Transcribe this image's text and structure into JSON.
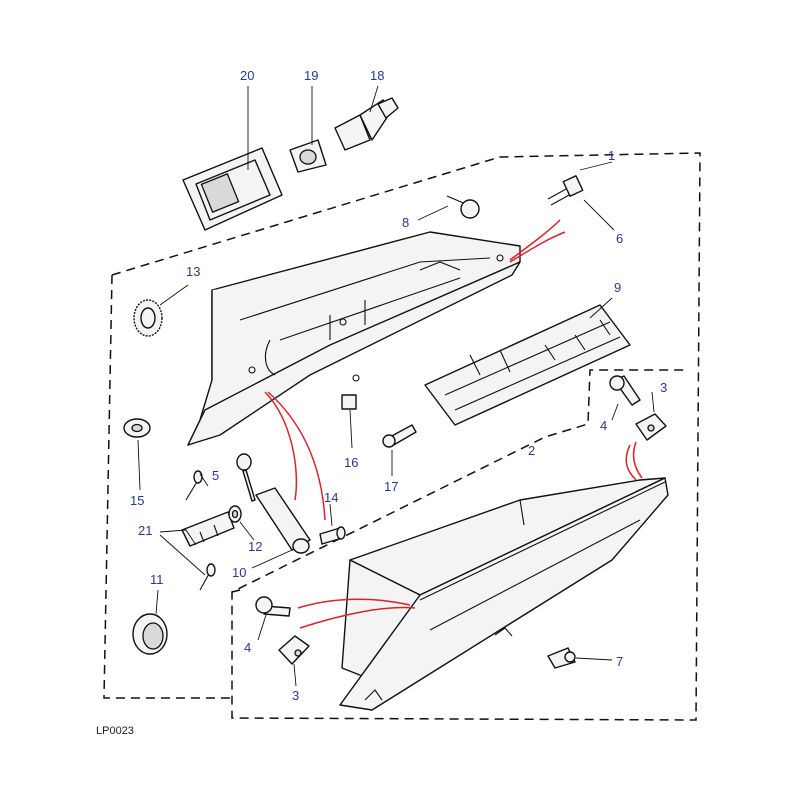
{
  "figure_label": "LP0023",
  "callouts": {
    "c1": "1",
    "c2": "2",
    "c3a": "3",
    "c3b": "3",
    "c4a": "4",
    "c4b": "4",
    "c5": "5",
    "c6": "6",
    "c7": "7",
    "c8": "8",
    "c9": "9",
    "c10": "10",
    "c11": "11",
    "c12": "12",
    "c13": "13",
    "c14": "14",
    "c15": "15",
    "c16": "16",
    "c17": "17",
    "c18": "18",
    "c19": "19",
    "c20": "20",
    "c21": "21"
  },
  "colors": {
    "callout": "#2a3a8c",
    "highlight": "#d8232a",
    "outline": "#111111"
  }
}
